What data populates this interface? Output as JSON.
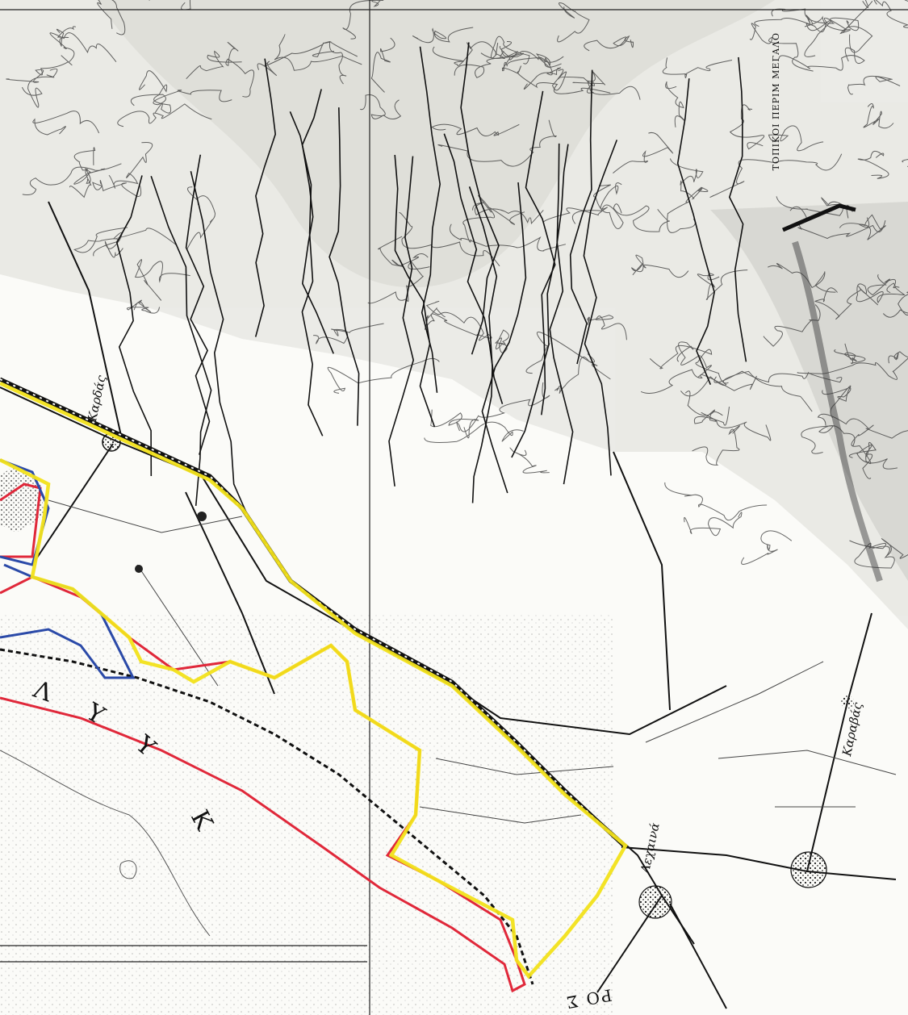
{
  "map": {
    "sea_letters": [
      "Κ",
      "Υ",
      "Υ",
      "Λ"
    ],
    "bottom_letters": "ΡΟ Σ",
    "town_labels": [
      "Καρδάς",
      "Λεχαινά",
      "Καραβάς"
    ],
    "margin_text": "ΤΟΠΙΚΟΙ ΠΕΡΙΜ ΜΕΓΑΛΟ",
    "colors": {
      "boundary_yellow": "#f2e21a",
      "boundary_red": "#e0283a",
      "boundary_blue": "#2b4aa8",
      "railway": "#1a1a1a",
      "ink": "#222222",
      "paper": "#fbfbf8"
    }
  }
}
